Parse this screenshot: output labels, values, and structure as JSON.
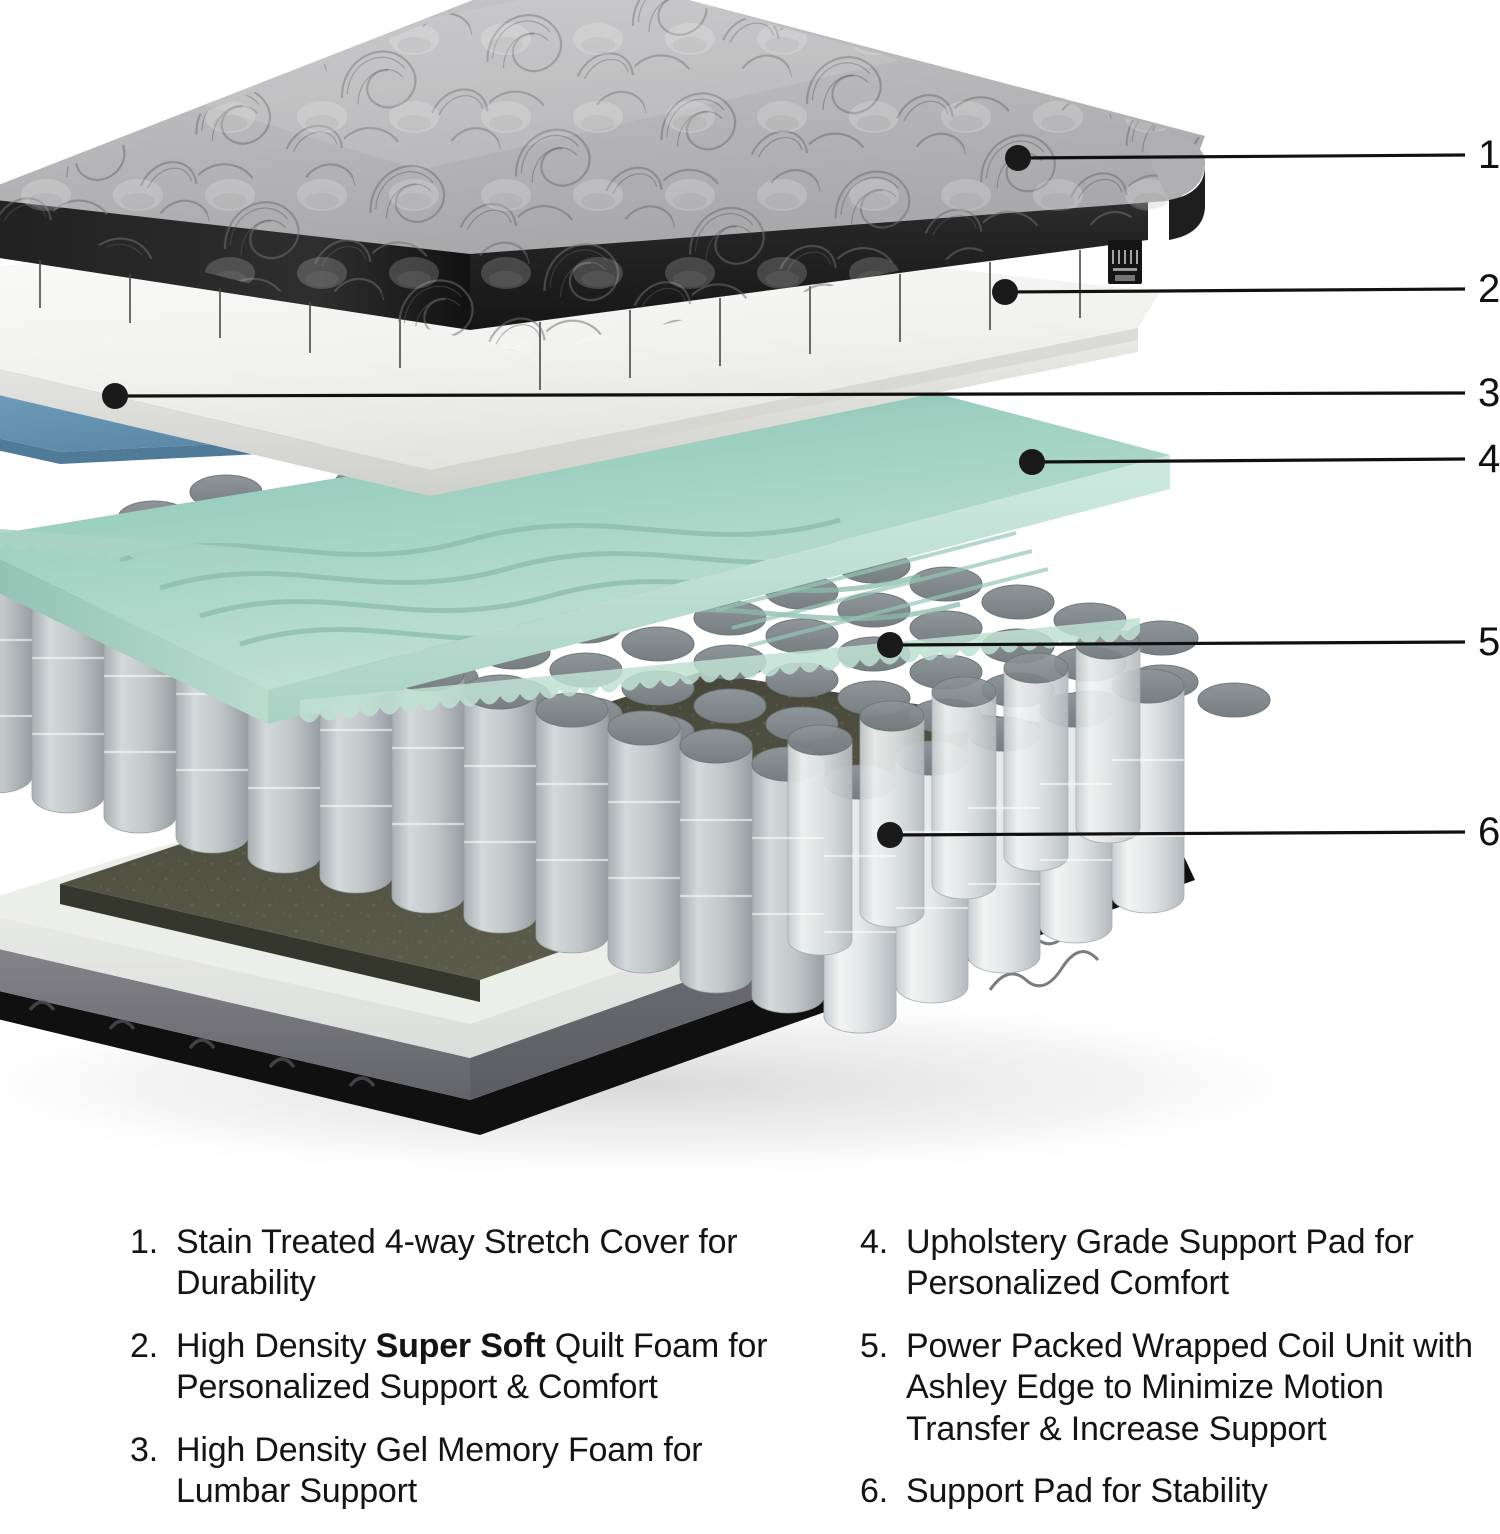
{
  "product": {
    "type": "mattress-cutaway-diagram",
    "background_color": "#ffffff",
    "callout_line_color": "#111111",
    "callout_dot_color": "#1a1a1a"
  },
  "callouts": [
    {
      "number": "1",
      "target_layer": "quilted-cover"
    },
    {
      "number": "2",
      "target_layer": "quilt-foam"
    },
    {
      "number": "3",
      "target_layer": "gel-memory-foam"
    },
    {
      "number": "4",
      "target_layer": "support-pad"
    },
    {
      "number": "5",
      "target_layer": "wrapped-coil-unit"
    },
    {
      "number": "6",
      "target_layer": "base-support-pad"
    }
  ],
  "layers": [
    {
      "id": 1,
      "name": "Stain Treated 4-way Stretch Cover",
      "color": "#b9b9bb",
      "trim_color": "#262626"
    },
    {
      "id": 2,
      "name": "High Density Super Soft Quilt Foam",
      "color": "#f4f4f2"
    },
    {
      "id": 3,
      "name": "High Density Gel Memory Foam",
      "color": "#6e9cba"
    },
    {
      "id": 4,
      "name": "Upholstery Grade Support Pad",
      "color": "#a8d4c6"
    },
    {
      "id": 5,
      "name": "Power Packed Wrapped Coil Unit",
      "color": "#d8dadb"
    },
    {
      "id": 6,
      "name": "Support Pad for Stability",
      "color": "#4a4a3c"
    }
  ],
  "legend": {
    "left_column": [
      {
        "marker": "1.",
        "parts": [
          {
            "text": "Stain Treated 4-way Stretch Cover for Durability",
            "bold": false
          }
        ]
      },
      {
        "marker": "2.",
        "parts": [
          {
            "text": "High Density ",
            "bold": false
          },
          {
            "text": "Super Soft",
            "bold": true
          },
          {
            "text": " Quilt Foam for Personalized Support & Comfort",
            "bold": false
          }
        ]
      },
      {
        "marker": "3.",
        "parts": [
          {
            "text": "High Density Gel Memory Foam for Lumbar Support",
            "bold": false
          }
        ]
      }
    ],
    "right_column": [
      {
        "marker": "4.",
        "parts": [
          {
            "text": "Upholstery Grade Support Pad for Personalized Comfort",
            "bold": false
          }
        ]
      },
      {
        "marker": "5.",
        "parts": [
          {
            "text": "Power Packed Wrapped Coil Unit with Ashley Edge to Minimize Motion Transfer & Increase Support",
            "bold": false
          }
        ]
      },
      {
        "marker": "6.",
        "parts": [
          {
            "text": "Support Pad for Stability",
            "bold": false
          }
        ]
      }
    ]
  }
}
